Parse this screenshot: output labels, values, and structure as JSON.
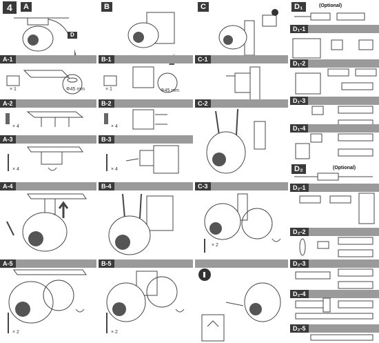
{
  "step_number": "4",
  "columns": {
    "A": {
      "label": "A",
      "subs": [
        "A-1",
        "A-2",
        "A-3",
        "A-4",
        "A-5"
      ],
      "qty_a1": "× 1",
      "qty_a2": "× 4",
      "qty_a3": "× 4",
      "qty_a5": "× 2",
      "dim": "Φ45 mm",
      "d_tag": "D"
    },
    "B": {
      "label": "B",
      "subs": [
        "B-1",
        "B-2",
        "B-3",
        "B-4",
        "B-5"
      ],
      "qty_b1": "× 1",
      "qty_b2": "× 4",
      "qty_b3": "× 4",
      "qty_b5": "× 2",
      "dim": "Φ45 mm"
    },
    "C": {
      "label": "C",
      "subs": [
        "C-1",
        "C-2",
        "C-3"
      ],
      "qty_c3": "× 2",
      "info": "i"
    },
    "D1": {
      "label": "D₁",
      "optional": "(Optional)",
      "subs": [
        "D₁-1",
        "D₁-2",
        "D₁-3",
        "D₁-4"
      ]
    },
    "D2": {
      "label": "D₂",
      "optional": "(Optional)",
      "subs": [
        "D₂-1",
        "D₂-2",
        "D₂-3",
        "D₂-4",
        "D₂-5"
      ]
    }
  }
}
